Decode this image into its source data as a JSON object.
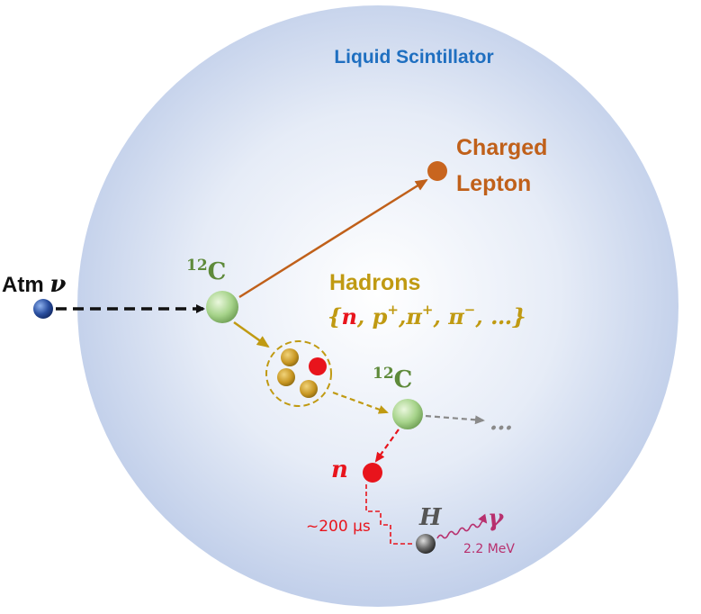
{
  "labels": {
    "detector": "Liquid Scintillator",
    "neutrino_prefix": "Atm ",
    "neutrino_symbol": "ν",
    "carbon_mass": "12",
    "carbon_symbol": "C",
    "lepton_line1": "Charged",
    "lepton_line2": "Lepton",
    "hadrons_title": "Hadrons",
    "hadron_open": "{",
    "hadron_n": "n",
    "hadron_sep1": ", ",
    "hadron_p": "p",
    "hadron_p_charge": "+",
    "hadron_sep2": ",",
    "hadron_pip": "π",
    "hadron_pip_charge": "+",
    "hadron_sep3": ", ",
    "hadron_pim": "π",
    "hadron_pim_charge": "−",
    "hadron_rest": ", …}",
    "ellipsis": "…",
    "neutron": "n",
    "capture_time": "~200 μs",
    "hydrogen": "H",
    "gamma": "γ",
    "gamma_energy": "2.2 MeV"
  },
  "colors": {
    "detector_label": "#1f6fc0",
    "carbon": "#5e8a3a",
    "lepton": "#c0601a",
    "hadrons": "#c09a12",
    "neutron": "#e8141c",
    "gray_arrow": "#8a8a8a",
    "gamma": "#b8306e",
    "hydrogen": "#555555",
    "black": "#111111"
  }
}
